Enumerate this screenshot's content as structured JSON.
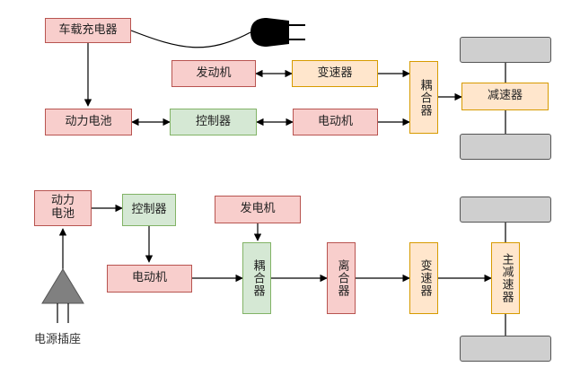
{
  "top_diagram": {
    "onboard_charger": "车载充电器",
    "engine": "发动机",
    "transmission": "变速器",
    "coupler": "耦合器",
    "reducer": "减速器",
    "battery": "动力电池",
    "controller": "控制器",
    "motor": "电动机"
  },
  "bottom_diagram": {
    "battery": "动力电池",
    "controller": "控制器",
    "generator": "发电机",
    "motor": "电动机",
    "coupler": "耦合器",
    "clutch": "离合器",
    "transmission": "变速器",
    "main_reducer": "主减速器",
    "socket_label": "电源插座"
  },
  "colors": {
    "power_red_fill": "#f8cecc",
    "control_green_fill": "#d5e8d4",
    "mechanical_orange_fill": "#ffe6cc",
    "wheel_gray_fill": "#cfcfcf"
  }
}
